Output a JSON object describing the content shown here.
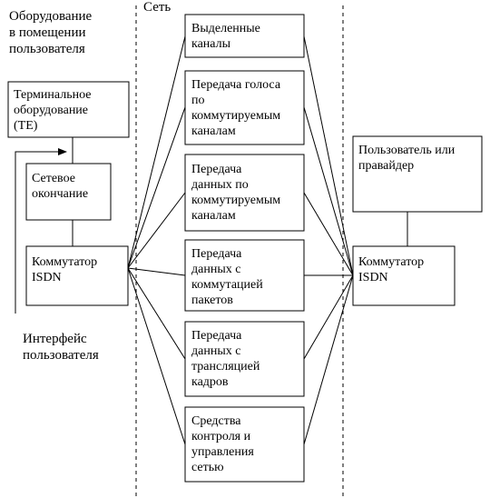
{
  "labels": {
    "user_premises": "Оборудование\nв помещении\nпользователя",
    "network": "Сеть",
    "user_interface": "Интерфейс\nпользователя"
  },
  "left": {
    "terminal": "Терминальное\nоборудование\n(TE)",
    "network_termination": "Сетевое\nокончание",
    "switch": "Коммутатор\nISDN"
  },
  "services": [
    "Выделенные\nканалы",
    "Передача голоса\nпо\nкоммутируемым\nканалам",
    "Передача\nданных  по\nкоммутируемым\nканалам",
    "Передача\nданных с\nкоммутацией\nпакетов",
    "Передача\nданных с\nтрансляцией\nкадров",
    "Средства\nконтроля и\nуправления\nсетью"
  ],
  "right": {
    "provider": "Пользователь или\nправайдер",
    "switch": "Коммутатор\nISDN"
  }
}
